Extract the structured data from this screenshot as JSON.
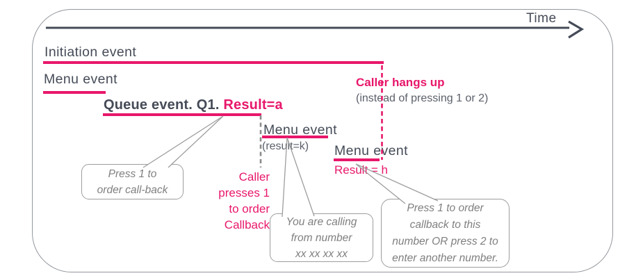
{
  "colors": {
    "pink": "#e8176b",
    "dark_text": "#454b57",
    "gray_text": "#5a5f69",
    "callout_text": "#7f7f7f",
    "line_gray": "#9d9d9d"
  },
  "timeline": {
    "label": "Time"
  },
  "events": {
    "initiation": {
      "label": "Initiation event"
    },
    "menu1": {
      "label": "Menu event"
    },
    "queue": {
      "label": "Queue event. Q1. ",
      "result": "Result=a"
    },
    "menu2": {
      "label": "Menu event",
      "result": "(result=k)"
    },
    "menu3": {
      "label": "Menu event",
      "result": "Result = h"
    }
  },
  "annotations": {
    "hangup": {
      "title": "Caller hangs up",
      "subtitle": "(instead of pressing 1 or 2)"
    },
    "presses": {
      "lines": [
        "Caller",
        "presses 1",
        "to order",
        "Callback"
      ]
    }
  },
  "callouts": {
    "callback": {
      "lines": [
        "Press 1 to",
        "order call-back"
      ]
    },
    "calling_from": {
      "lines": [
        "You are calling",
        "from number",
        "xx xx xx xx"
      ]
    },
    "press_options": {
      "lines": [
        "Press 1 to order",
        "callback to this",
        "number OR press 2 to",
        "enter another number."
      ]
    }
  }
}
